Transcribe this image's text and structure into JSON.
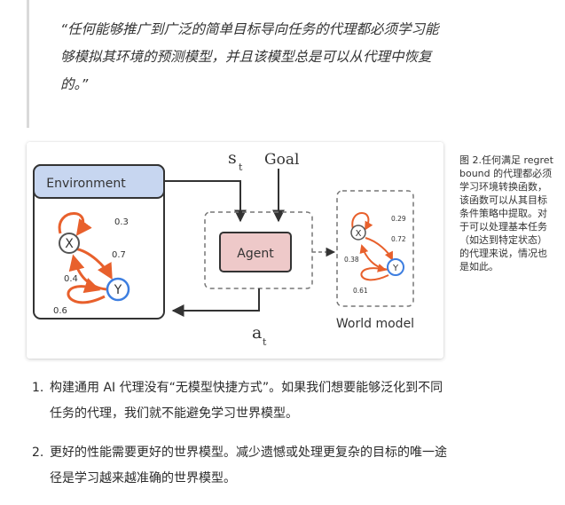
{
  "quote": {
    "text": "“任何能够推广到广泛的简单目标导向任务的代理都必须学习能够模拟其环境的预测模型，并且该模型总是可以从代理中恢复的。”"
  },
  "figure": {
    "environment_label": "Environment",
    "agent_label": "Agent",
    "world_model_label": "World model",
    "state_symbol": "s",
    "state_subscript": "t",
    "goal_label": "Goal",
    "action_symbol": "a",
    "action_subscript": "t",
    "node_x": "X",
    "node_y": "Y",
    "env_probs": {
      "xx": "0.3",
      "xy": "0.7",
      "yx": "0.4",
      "yy": "0.6"
    },
    "wm_probs": {
      "xx": "0.29",
      "xy": "0.72",
      "yx": "0.38",
      "yy": "0.61"
    },
    "colors": {
      "env_box": "#c7d6f0",
      "agent_box": "#eec9c9",
      "arrow_orange": "#e8602c",
      "node_y_ring": "#3d7ee0",
      "node_x_ring": "#555555"
    }
  },
  "caption": {
    "text": "图 2.任何满足 regret bound 的代理都必须学习环境转换函数，该函数可以从其目标条件策略中提取。对于可以处理基本任务（如达到特定状态）的代理来说，情况也是如此。"
  },
  "list": [
    {
      "num": "1.",
      "text": "构建通用 AI 代理没有“无模型快捷方式”。如果我们想要能够泛化到不同任务的代理，我们就不能避免学习世界模型。"
    },
    {
      "num": "2.",
      "text": "更好的性能需要更好的世界模型。减少遗憾或处理更复杂的目标的唯一途径是学习越来越准确的世界模型。"
    }
  ]
}
